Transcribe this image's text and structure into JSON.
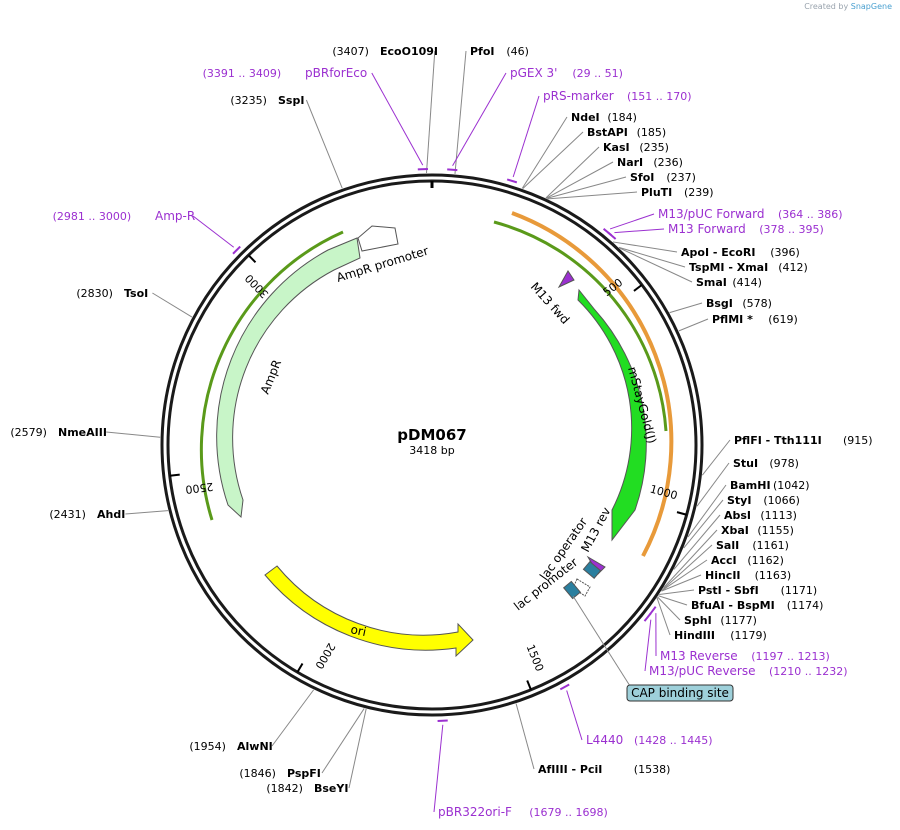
{
  "credit": {
    "prefix": "Created by",
    "brand": "SnapGene"
  },
  "plasmid": {
    "name": "pDM067",
    "size_label": "3418 bp",
    "length": 3418
  },
  "colors": {
    "primer": "#9b30d0",
    "site": "#000000",
    "ampr": "#c8f5c8",
    "ori": "#ffff00",
    "stay": "#22dd22",
    "lac": "#2a7f9f",
    "feature_outline": "#5a9a1a"
  },
  "ticks": [
    {
      "label": "500",
      "bp": 500
    },
    {
      "label": "1000",
      "bp": 1000
    },
    {
      "label": "1500",
      "bp": 1500
    },
    {
      "label": "2000",
      "bp": 2000
    },
    {
      "label": "2500",
      "bp": 2500
    },
    {
      "label": "3000",
      "bp": 3000
    }
  ],
  "sites": [
    {
      "name": "EcoO109I",
      "pos": "(3407)",
      "bp": 3407
    },
    {
      "name": "PfoI",
      "pos": "(46)",
      "bp": 46
    },
    {
      "name": "SspI",
      "pos": "(3235)",
      "bp": 3235
    },
    {
      "name": "NdeI",
      "pos": "(184)",
      "bp": 184
    },
    {
      "name": "BstAPI",
      "pos": "(185)",
      "bp": 185
    },
    {
      "name": "KasI",
      "pos": "(235)",
      "bp": 235
    },
    {
      "name": "NarI",
      "pos": "(236)",
      "bp": 236
    },
    {
      "name": "SfoI",
      "pos": "(237)",
      "bp": 237
    },
    {
      "name": "PluTI",
      "pos": "(239)",
      "bp": 239
    },
    {
      "name": "ApoI - EcoRI",
      "pos": "(396)",
      "bp": 396
    },
    {
      "name": "TspMI - XmaI",
      "pos": "(412)",
      "bp": 412
    },
    {
      "name": "SmaI",
      "pos": "(414)",
      "bp": 414
    },
    {
      "name": "BsgI",
      "pos": "(578)",
      "bp": 578
    },
    {
      "name": "PflMI *",
      "pos": "(619)",
      "bp": 619
    },
    {
      "name": "TsoI",
      "pos": "(2830)",
      "bp": 2830
    },
    {
      "name": "NmeAIII",
      "pos": "(2579)",
      "bp": 2579
    },
    {
      "name": "AhdI",
      "pos": "(2431)",
      "bp": 2431
    },
    {
      "name": "PflFI - Tth111I",
      "pos": "(915)",
      "bp": 915
    },
    {
      "name": "StuI",
      "pos": "(978)",
      "bp": 978
    },
    {
      "name": "BamHI",
      "pos": "(1042)",
      "bp": 1042
    },
    {
      "name": "StyI",
      "pos": "(1066)",
      "bp": 1066
    },
    {
      "name": "AbsI",
      "pos": "(1113)",
      "bp": 1113
    },
    {
      "name": "XbaI",
      "pos": "(1155)",
      "bp": 1155
    },
    {
      "name": "SalI",
      "pos": "(1161)",
      "bp": 1161
    },
    {
      "name": "AccI",
      "pos": "(1162)",
      "bp": 1162
    },
    {
      "name": "HincII",
      "pos": "(1163)",
      "bp": 1163
    },
    {
      "name": "PstI - SbfI",
      "pos": "(1171)",
      "bp": 1171
    },
    {
      "name": "BfuAI - BspMI",
      "pos": "(1174)",
      "bp": 1174
    },
    {
      "name": "SphI",
      "pos": "(1177)",
      "bp": 1177
    },
    {
      "name": "HindIII",
      "pos": "(1179)",
      "bp": 1179
    },
    {
      "name": "AfIIII - PciI",
      "pos": "(1538)",
      "bp": 1538
    },
    {
      "name": "AlwNI",
      "pos": "(1954)",
      "bp": 1954
    },
    {
      "name": "PspFI",
      "pos": "(1846)",
      "bp": 1846
    },
    {
      "name": "BseYI",
      "pos": "(1842)",
      "bp": 1842
    }
  ],
  "primers": [
    {
      "name": "pBRforEco",
      "range": "(3391 .. 3409)",
      "bp": 3400
    },
    {
      "name": "pGEX 3'",
      "range": "(29 .. 51)",
      "bp": 40
    },
    {
      "name": "pRS-marker",
      "range": "(151 .. 170)",
      "bp": 160
    },
    {
      "name": "M13/pUC Forward",
      "range": "(364 .. 386)",
      "bp": 375
    },
    {
      "name": "M13 Forward",
      "range": "(378 .. 395)",
      "bp": 386
    },
    {
      "name": "Amp-R",
      "range": "(2981 .. 3000)",
      "bp": 2990
    },
    {
      "name": "M13 Reverse",
      "range": "(1197 .. 1213)",
      "bp": 1205
    },
    {
      "name": "M13/pUC Reverse",
      "range": "(1210 .. 1232)",
      "bp": 1221
    },
    {
      "name": "L4440",
      "range": "(1428 .. 1445)",
      "bp": 1436
    },
    {
      "name": "pBR322ori-F",
      "range": "(1679 .. 1698)",
      "bp": 1688
    }
  ],
  "features": {
    "ampr": "AmpR",
    "ampr_promoter": "AmpR promoter",
    "ori": "ori",
    "mstaygold": "mStayGold(J)",
    "m13fwd": "M13 fwd",
    "m13rev": "M13 rev",
    "lac_operator": "lac operator",
    "lac_promoter": "lac promoter",
    "cap": "CAP binding site"
  }
}
